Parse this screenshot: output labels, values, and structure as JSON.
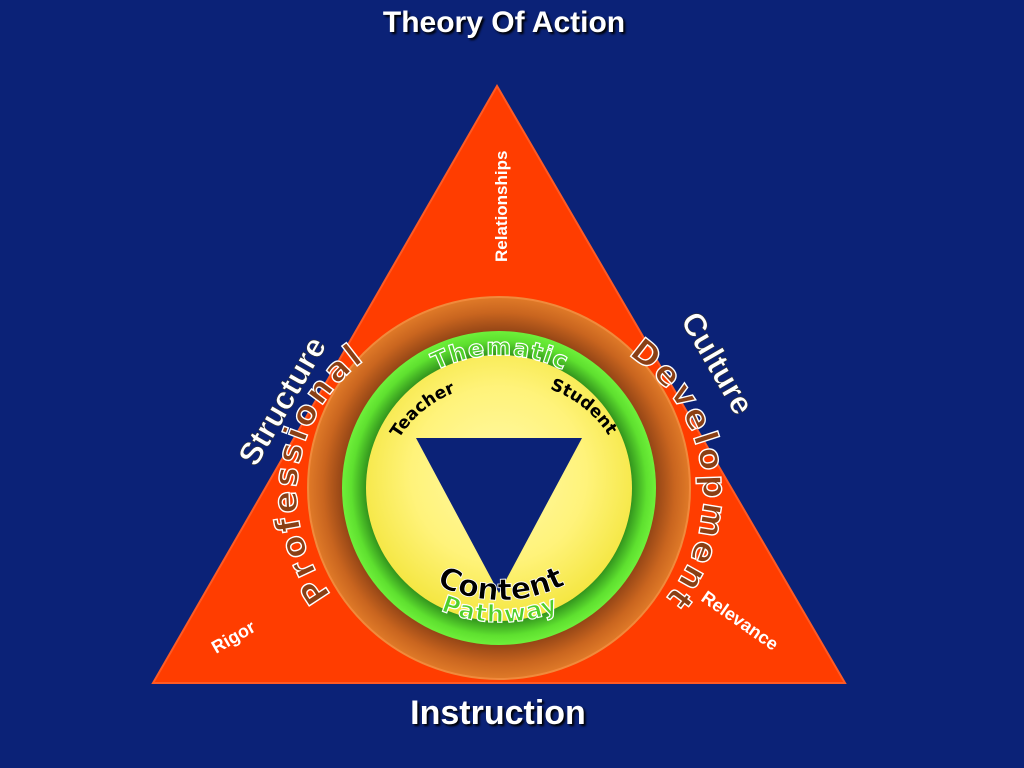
{
  "title": "Theory Of Action",
  "bottom_label": "Instruction",
  "side_labels": {
    "left": "Structure",
    "right": "Culture"
  },
  "corner_labels": {
    "top": "Relationships",
    "bottom_left": "Rigor",
    "bottom_right": "Relevance"
  },
  "outer_ring": {
    "left": "Professional",
    "right": "Development"
  },
  "green_ring": {
    "top": "Thematic",
    "bottom": "Pathway"
  },
  "inner_labels": {
    "left": "Teacher",
    "right": "Student",
    "bottom": "Content"
  },
  "colors": {
    "background": "#0b2277",
    "triangle": "#ff3d00",
    "outer_ring": "#b2561f",
    "green_ring": "#4fcf2a",
    "center": "#fff48a",
    "inner_triangle": "#0b2277"
  }
}
